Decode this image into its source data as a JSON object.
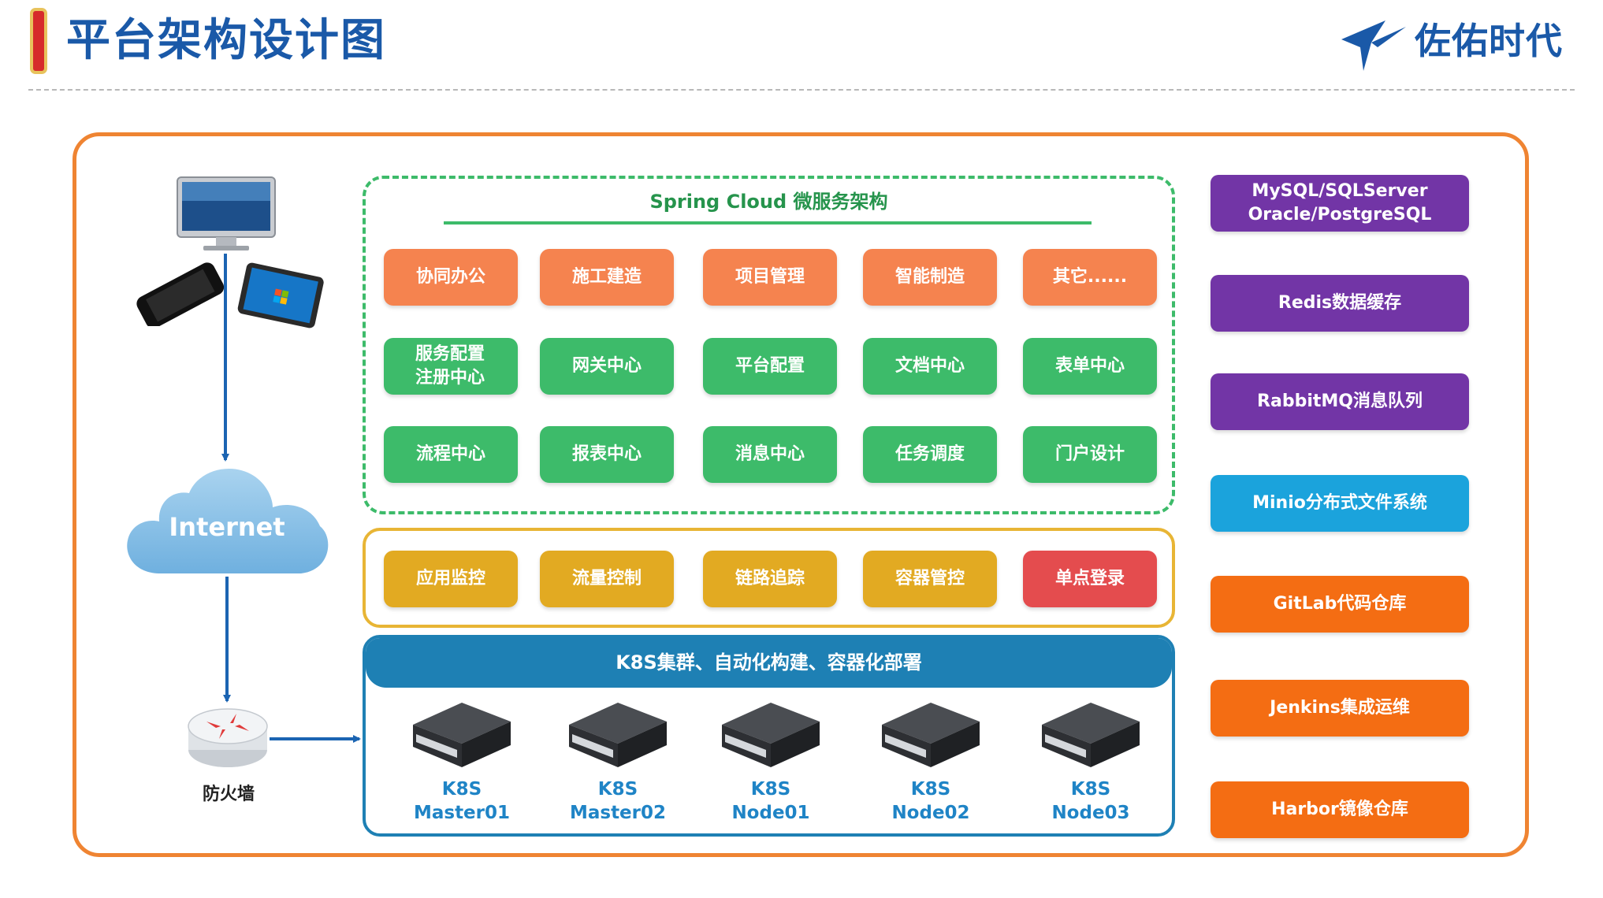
{
  "header": {
    "title": "平台架构设计图",
    "brand": "佐佑时代"
  },
  "colors": {
    "title_blue": "#1a59a8",
    "outer_frame": "#ef8432",
    "spring_green": "#3dbb6a",
    "module_orange": "#f5834f",
    "module_amber": "#e2aa22",
    "module_red": "#e44c4e",
    "k8s_blue": "#1e80b4",
    "stack_purple": "#7235a6",
    "stack_blue": "#1ba3dc",
    "stack_orange": "#f46d13"
  },
  "left": {
    "internet_label": "Internet",
    "firewall_label": "防火墙",
    "device_icons": [
      "desktop-monitor-icon",
      "smartphone-icon",
      "tablet-icon",
      "cloud-icon",
      "router-icon"
    ]
  },
  "spring": {
    "title": "Spring Cloud 微服务架构",
    "rows": [
      [
        "协同办公",
        "施工建造",
        "项目管理",
        "智能制造",
        "其它......"
      ],
      [
        "服务配置\n注册中心",
        "网关中心",
        "平台配置",
        "文档中心",
        "表单中心"
      ],
      [
        "流程中心",
        "报表中心",
        "消息中心",
        "任务调度",
        "门户设计"
      ]
    ]
  },
  "monitoring": [
    "应用监控",
    "流量控制",
    "链路追踪",
    "容器管控",
    "单点登录"
  ],
  "k8s": {
    "title": "K8S集群、自动化构建、容器化部署",
    "nodes": [
      {
        "line1": "K8S",
        "line2": "Master01"
      },
      {
        "line1": "K8S",
        "line2": "Master02"
      },
      {
        "line1": "K8S",
        "line2": "Node01"
      },
      {
        "line1": "K8S",
        "line2": "Node02"
      },
      {
        "line1": "K8S",
        "line2": "Node03"
      }
    ]
  },
  "stack": [
    "MySQL/SQLServer\nOracle/PostgreSQL",
    "Redis数据缓存",
    "RabbitMQ消息队列",
    "Minio分布式文件系统",
    "GitLab代码仓库",
    "Jenkins集成运维",
    "Harbor镜像仓库"
  ]
}
